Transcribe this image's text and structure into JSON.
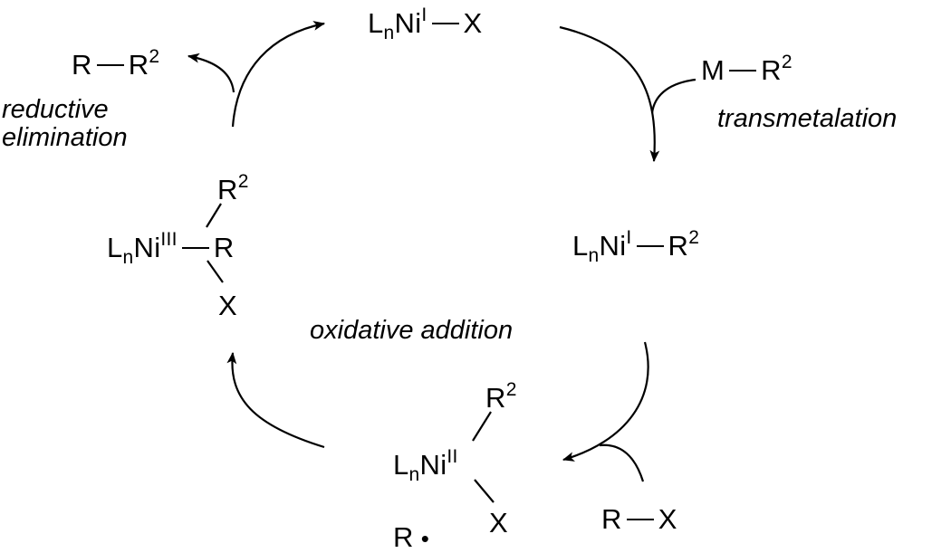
{
  "species": {
    "ni1_x": {
      "metal": "L",
      "sub": "n",
      "el": "Ni",
      "ox": "I",
      "lig": "X"
    },
    "ni1_r2": {
      "metal": "L",
      "sub": "n",
      "el": "Ni",
      "ox": "I",
      "lig": "R",
      "lig_sup": "2"
    },
    "ni2": {
      "metal": "L",
      "sub": "n",
      "el": "Ni",
      "ox": "II",
      "lig_top": "R",
      "lig_top_sup": "2",
      "lig_bottom": "X"
    },
    "ni3": {
      "metal": "L",
      "sub": "n",
      "el": "Ni",
      "ox": "III",
      "lig_top": "R",
      "lig_top_sup": "2",
      "lig_right": "R",
      "lig_bottom": "X"
    }
  },
  "reagents": {
    "m_r2": {
      "left": "M",
      "right": "R",
      "right_sup": "2"
    },
    "r_x": {
      "left": "R",
      "right": "X"
    },
    "r_r2": {
      "left": "R",
      "right": "R",
      "right_sup": "2"
    },
    "radical": {
      "symbol": "R",
      "dot": "•"
    }
  },
  "steps": {
    "transmetalation": "transmetalation",
    "reductive_line1": "reductive",
    "reductive_line2": "elimination",
    "oxidative": "oxidative addition"
  },
  "colors": {
    "ink": "#000000",
    "background": "#ffffff"
  }
}
